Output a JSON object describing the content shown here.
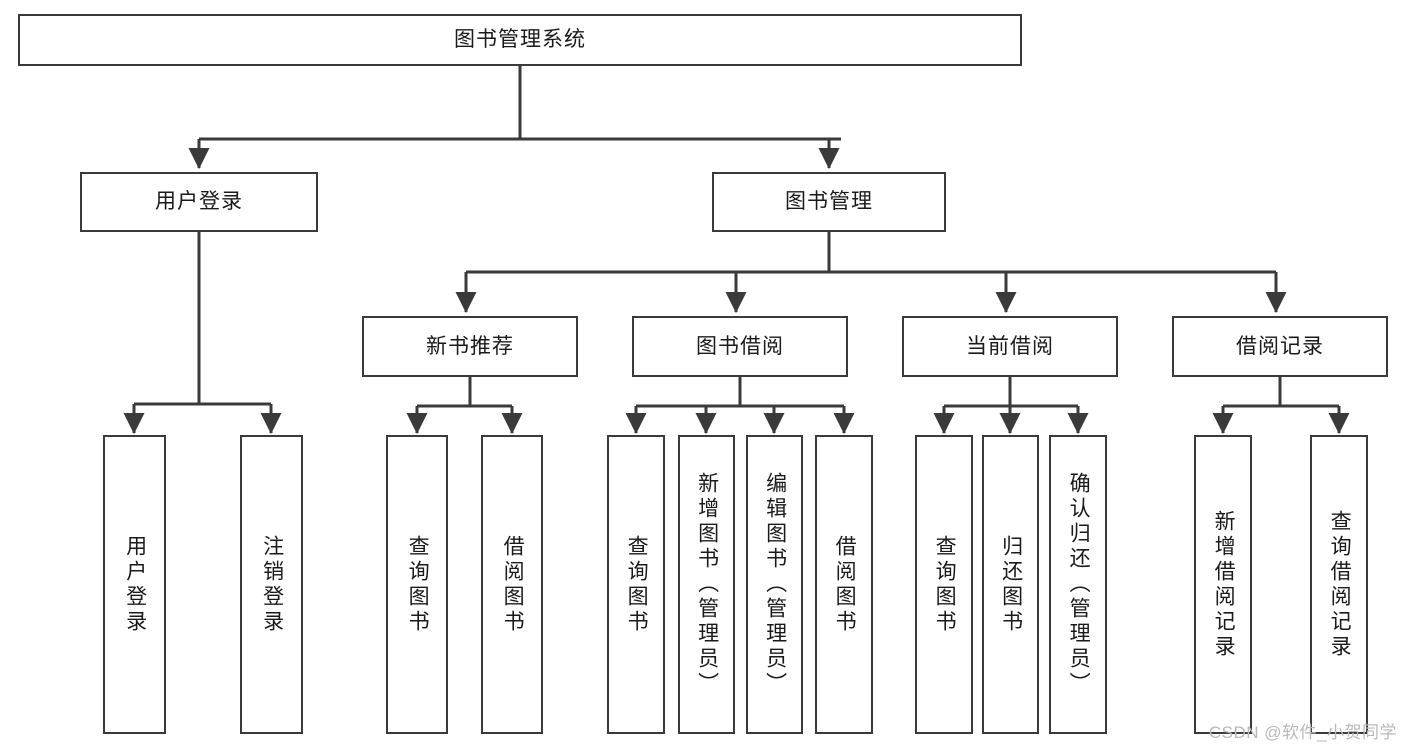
{
  "diagram": {
    "type": "hierarchy-tree",
    "title": "图书管理系统",
    "root": {
      "id": "root",
      "label": "图书管理系统"
    },
    "level2": [
      {
        "id": "user-login",
        "label": "用户登录"
      },
      {
        "id": "book-manage",
        "label": "图书管理"
      }
    ],
    "level3": [
      {
        "id": "new-book-rec",
        "label": "新书推荐"
      },
      {
        "id": "book-borrow",
        "label": "图书借阅"
      },
      {
        "id": "current-borrow",
        "label": "当前借阅"
      },
      {
        "id": "borrow-record",
        "label": "借阅记录"
      }
    ],
    "leaves": {
      "user_login": [
        {
          "id": "leaf-user-login",
          "label": "用户登录"
        },
        {
          "id": "leaf-logout",
          "label": "注销登录"
        }
      ],
      "new_book_rec": [
        {
          "id": "leaf-query-book-1",
          "label": "查询图书"
        },
        {
          "id": "leaf-borrow-book-1",
          "label": "借阅图书"
        }
      ],
      "book_borrow": [
        {
          "id": "leaf-query-book-2",
          "label": "查询图书"
        },
        {
          "id": "leaf-add-book",
          "label": "新增图书（管理员）"
        },
        {
          "id": "leaf-edit-book",
          "label": "编辑图书（管理员）"
        },
        {
          "id": "leaf-borrow-book-2",
          "label": "借阅图书"
        }
      ],
      "current_borrow": [
        {
          "id": "leaf-query-book-3",
          "label": "查询图书"
        },
        {
          "id": "leaf-return-book",
          "label": "归还图书"
        },
        {
          "id": "leaf-confirm-return",
          "label": "确认归还（管理员）"
        }
      ],
      "borrow_record": [
        {
          "id": "leaf-add-record",
          "label": "新增借阅记录"
        },
        {
          "id": "leaf-query-record",
          "label": "查询借阅记录"
        }
      ]
    },
    "colors": {
      "box_border": "#3a3a3a",
      "box_fill": "#ffffff",
      "connector": "#3a3a3a",
      "text": "#1a1a1a",
      "watermark": "#b9b9b9",
      "background": "#ffffff"
    }
  },
  "watermark": {
    "text": "CSDN @软件_小贺同学"
  }
}
